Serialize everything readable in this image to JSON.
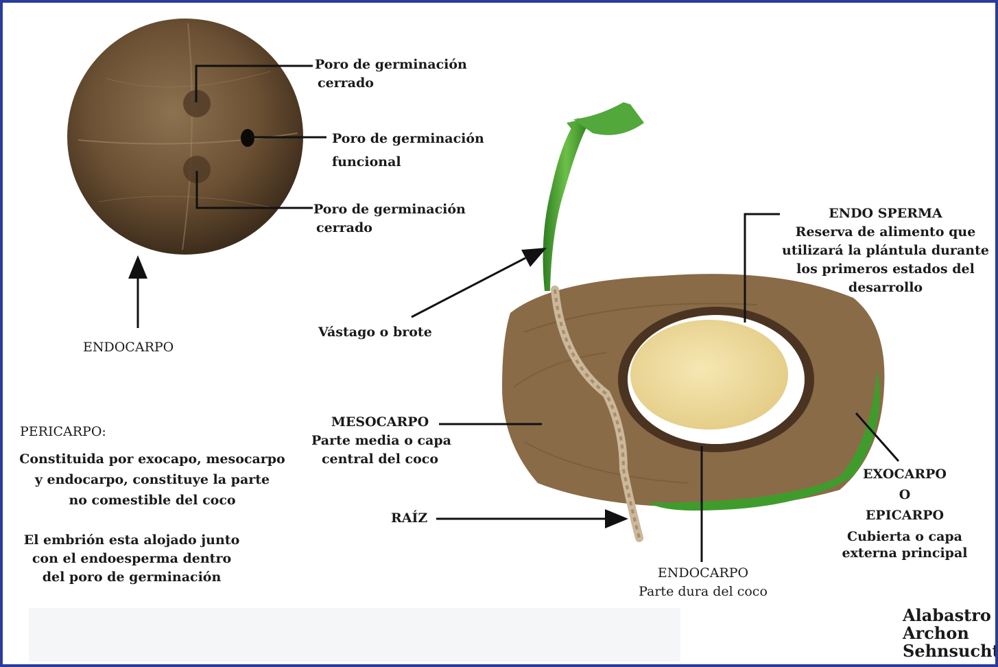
{
  "colors": {
    "border": "#2b3b9a",
    "shell": "#6b5033",
    "husk": "#8a6b47",
    "meat": "#eedc9c",
    "green": "#3f9c2c"
  },
  "labels": {
    "poro_cerrado_top": [
      "Poro de germinación",
      "cerrado"
    ],
    "poro_funcional": [
      "Poro de germinación",
      "funcional"
    ],
    "poro_cerrado_bottom": [
      "Poro de germinación",
      "cerrado"
    ],
    "endocarpo_left": "ENDOCARPO",
    "pericarpo_title": "PERICARPO:",
    "pericarpo_text": [
      "Constituida por exocapo, mesocarpo",
      "y endocarpo, constituye la parte",
      "no comestible del coco"
    ],
    "embrion_text": [
      "El embrión esta alojado junto",
      "con el endoesperma dentro",
      "del poro de germinación"
    ],
    "vastago": "Vástago o brote",
    "endosperma": [
      "ENDO SPERMA",
      "Reserva de alimento que",
      "utilizará la plántula durante",
      "los primeros estados del",
      "desarrollo"
    ],
    "mesocarpo": [
      "MESOCARPO",
      "Parte media o capa",
      "central del coco"
    ],
    "raiz": "RAÍZ",
    "endocarpo_bottom": [
      "ENDOCARPO",
      "Parte dura del coco"
    ],
    "exocarpo": [
      "EXOCARPO",
      "O",
      "EPICARPO",
      "Cubierta o capa",
      "externa principal"
    ],
    "signature": [
      "Alabastro",
      "Archon",
      "Sehnsucht"
    ]
  }
}
